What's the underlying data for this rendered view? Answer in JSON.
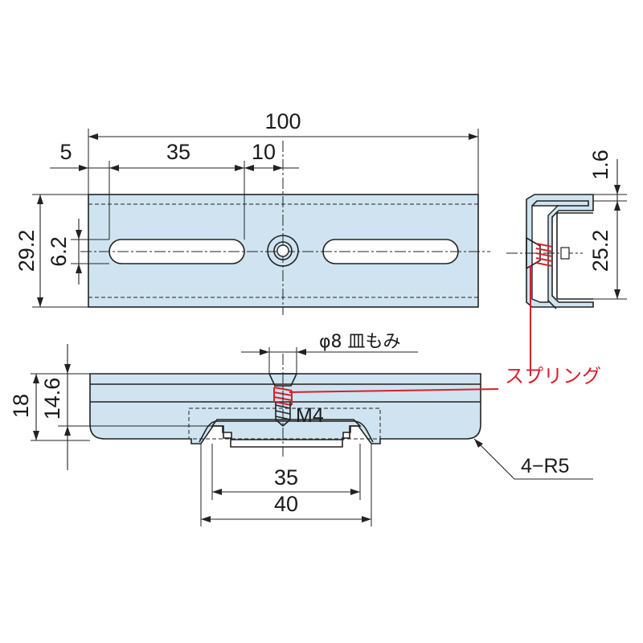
{
  "dimensions": {
    "overall_length": "100",
    "edge_to_slot": "5",
    "slot_length": "35",
    "slot_to_center": "10",
    "height": "29.2",
    "slot_width": "6.2",
    "sheet_thickness": "1.6",
    "side_inner_height": "25.2",
    "total_depth": "18",
    "body_depth": "14.6",
    "hole_note": "φ8 皿もみ",
    "thread": "M4",
    "inner_span": "35",
    "outer_span": "40",
    "corner_radius": "4−R5"
  },
  "callouts": {
    "spring": "スプリング"
  },
  "colors": {
    "body": "#cfe4f0",
    "line": "#222222",
    "spring": "#d8202a"
  }
}
